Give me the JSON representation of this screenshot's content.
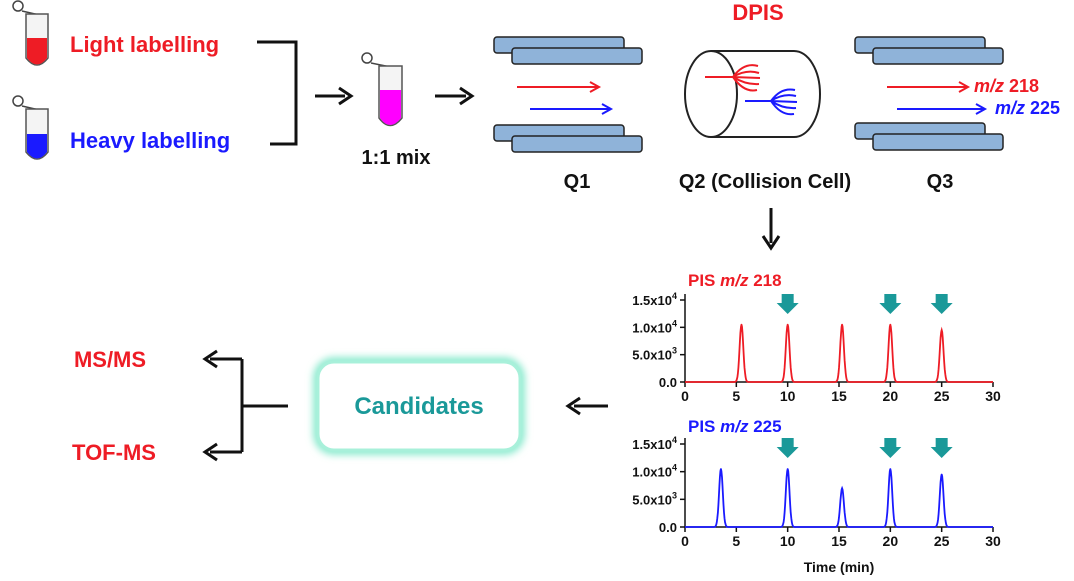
{
  "title": "DPIS",
  "labels": {
    "light": "Light labelling",
    "heavy": "Heavy labelling",
    "mix": "1:1 mix",
    "q1": "Q1",
    "q2": "Q2 (Collision Cell)",
    "q3": "Q3",
    "mz_218": {
      "prefix": "m/z",
      "value": "218"
    },
    "mz_225": {
      "prefix": "m/z",
      "value": "225"
    },
    "candidates": "Candidates",
    "msms": "MS/MS",
    "tofms": "TOF-MS"
  },
  "colors": {
    "red": "#ee1c25",
    "blue": "#1a1aff",
    "magenta": "#ff00ff",
    "rod": "#8fb3d9",
    "teal": "#1a9999",
    "glow": "#7fe8c9"
  },
  "icons": {
    "tube": "test-tube-icon",
    "arrow": "arrow-icon",
    "marker": "down-arrow-marker-icon"
  },
  "chart_data": [
    {
      "type": "line",
      "title": {
        "prefix": "PIS",
        "mz": "m/z",
        "value": "218"
      },
      "color": "#ee1c25",
      "xlim": [
        0,
        30
      ],
      "ylim": [
        0,
        15000
      ],
      "xticks": [
        0,
        5,
        10,
        15,
        20,
        25,
        30
      ],
      "yticks": [
        {
          "value": 0,
          "label": "0.0",
          "exp": ""
        },
        {
          "value": 5000,
          "label": "5.0x10",
          "exp": "3"
        },
        {
          "value": 10000,
          "label": "1.0x10",
          "exp": "4"
        },
        {
          "value": 15000,
          "label": "1.5x10",
          "exp": "4"
        }
      ],
      "xlabel": "",
      "peaks": [
        {
          "x": 5.5,
          "y": 10500
        },
        {
          "x": 10.0,
          "y": 10500
        },
        {
          "x": 15.3,
          "y": 10500
        },
        {
          "x": 20.0,
          "y": 10500
        },
        {
          "x": 25.0,
          "y": 9500
        }
      ],
      "markers_at": [
        10.0,
        20.0,
        25.0
      ]
    },
    {
      "type": "line",
      "title": {
        "prefix": "PIS",
        "mz": "m/z",
        "value": "225"
      },
      "color": "#1a1aff",
      "xlim": [
        0,
        30
      ],
      "ylim": [
        0,
        15000
      ],
      "xticks": [
        0,
        5,
        10,
        15,
        20,
        25,
        30
      ],
      "yticks": [
        {
          "value": 0,
          "label": "0.0",
          "exp": ""
        },
        {
          "value": 5000,
          "label": "5.0x10",
          "exp": "3"
        },
        {
          "value": 10000,
          "label": "1.0x10",
          "exp": "4"
        },
        {
          "value": 15000,
          "label": "1.5x10",
          "exp": "4"
        }
      ],
      "xlabel": "Time (min)",
      "peaks": [
        {
          "x": 3.5,
          "y": 10500
        },
        {
          "x": 10.0,
          "y": 10500
        },
        {
          "x": 15.3,
          "y": 7000
        },
        {
          "x": 20.0,
          "y": 10500
        },
        {
          "x": 25.0,
          "y": 9500
        }
      ],
      "markers_at": [
        10.0,
        20.0,
        25.0
      ]
    }
  ]
}
